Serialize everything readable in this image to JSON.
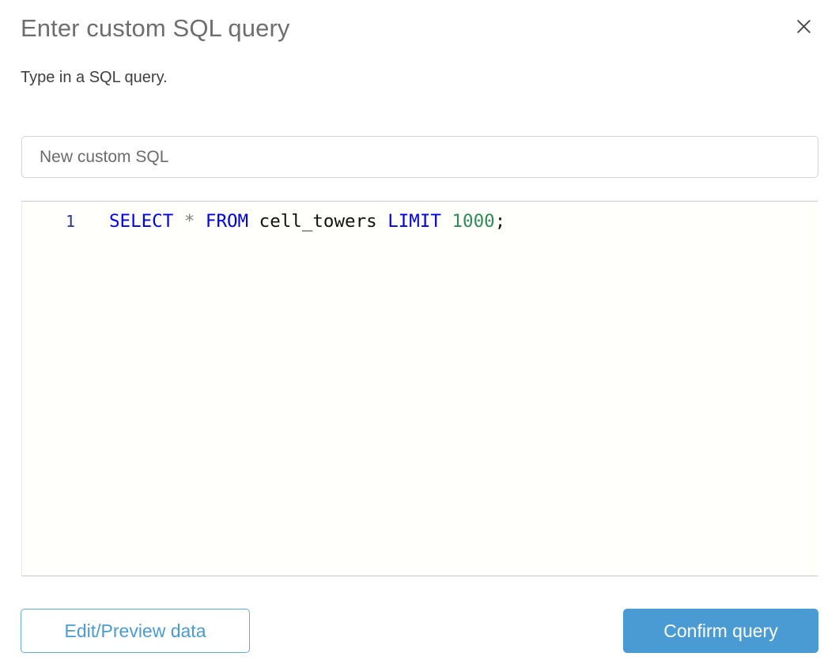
{
  "dialog": {
    "title": "Enter custom SQL query",
    "subtitle": "Type in a SQL query.",
    "close_icon": "close-icon"
  },
  "name_field": {
    "value": "New custom SQL",
    "placeholder": "New custom SQL"
  },
  "editor": {
    "line_numbers": [
      "1"
    ],
    "query_text": "SELECT * FROM cell_towers LIMIT 1000;",
    "tokens": [
      {
        "text": "SELECT",
        "type": "keyword"
      },
      {
        "text": " ",
        "type": "plain"
      },
      {
        "text": "*",
        "type": "operator"
      },
      {
        "text": " ",
        "type": "plain"
      },
      {
        "text": "FROM",
        "type": "keyword"
      },
      {
        "text": " ",
        "type": "plain"
      },
      {
        "text": "cell_towers",
        "type": "plain"
      },
      {
        "text": " ",
        "type": "plain"
      },
      {
        "text": "LIMIT",
        "type": "keyword"
      },
      {
        "text": " ",
        "type": "plain"
      },
      {
        "text": "1000",
        "type": "number"
      },
      {
        "text": ";",
        "type": "punct"
      }
    ]
  },
  "footer": {
    "secondary_label": "Edit/Preview data",
    "primary_label": "Confirm query"
  },
  "colors": {
    "accent": "#4a9bd4",
    "accent_border": "#66aadd",
    "title": "#6e6e6e",
    "subtitle": "#3f3f3f",
    "keyword": "#0000ee",
    "number": "#2e8b57",
    "operator": "#808080",
    "line_number": "#283593",
    "editor_background": "#fffffb",
    "border": "#d4d4d4"
  }
}
